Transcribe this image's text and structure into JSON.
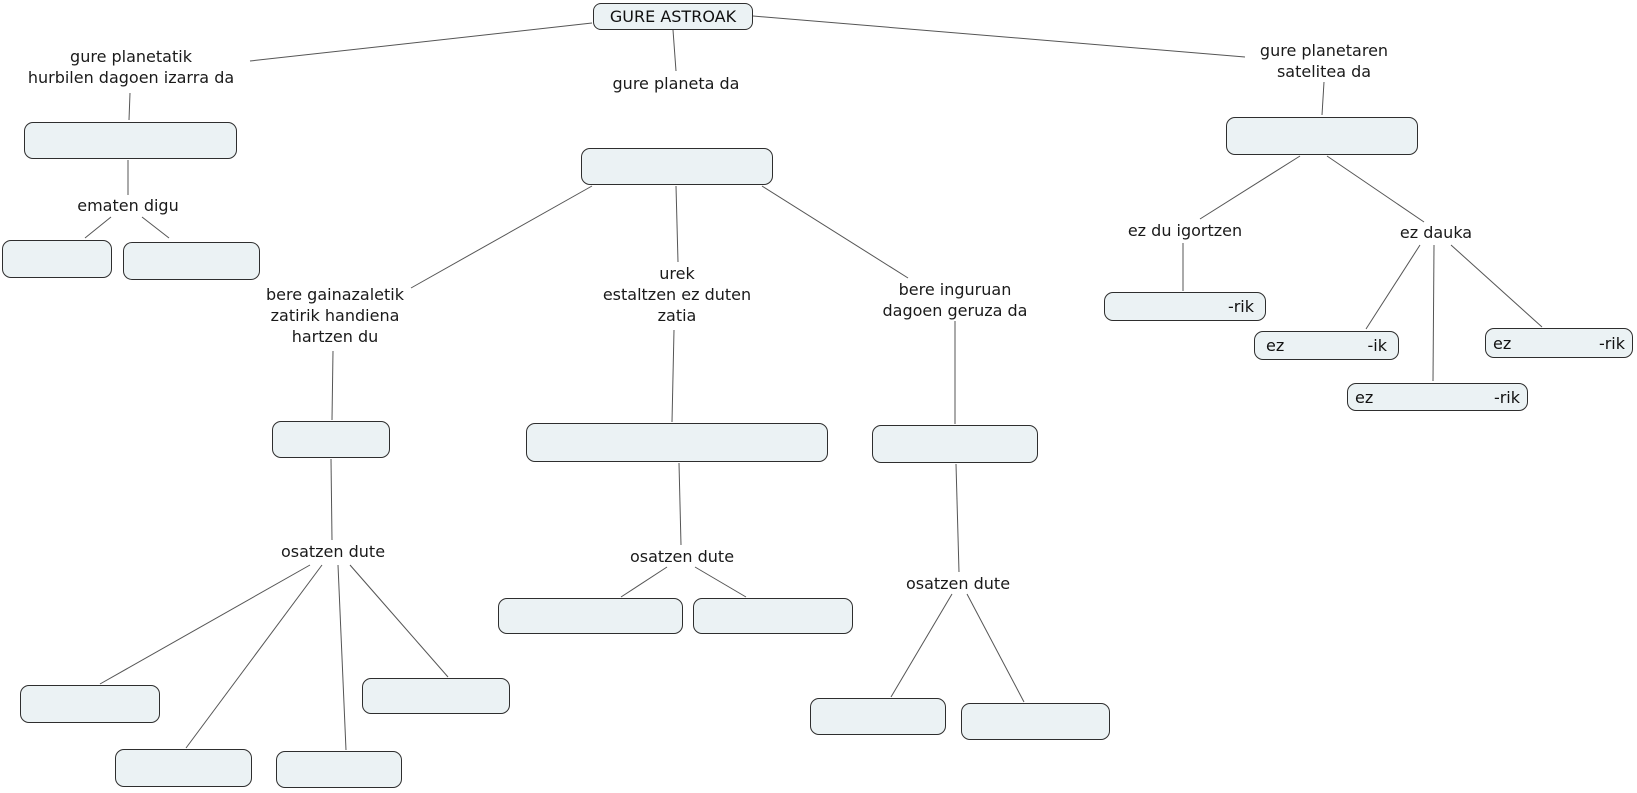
{
  "diagram": {
    "title": "GURE ASTROAK",
    "links": {
      "star": "gure planetatik\nhurbilen dagoen izarra da",
      "planet": "gure planeta da",
      "satellite": "gure planetaren\nsatelitea da",
      "gives": "ematen digu",
      "surface": "bere gainazaletik\nzatirik handiena\nhartzen du",
      "land": "urek\nestaltzen ez duten\nzatia",
      "atmosphere": "bere inguruan\ndagoen geruza da",
      "not_emit": "ez du igortzen",
      "not_have": "ez dauka",
      "compose_left": "osatzen dute",
      "compose_center": "osatzen dute",
      "compose_right": "osatzen dute"
    },
    "fragments": {
      "ez": "ez",
      "rik": "-rik",
      "ik": "-ik"
    },
    "colors": {
      "node_fill": "#ebf2f4",
      "node_border": "#2e2e2e",
      "line": "#555555",
      "text": "#1a1a1a"
    }
  }
}
